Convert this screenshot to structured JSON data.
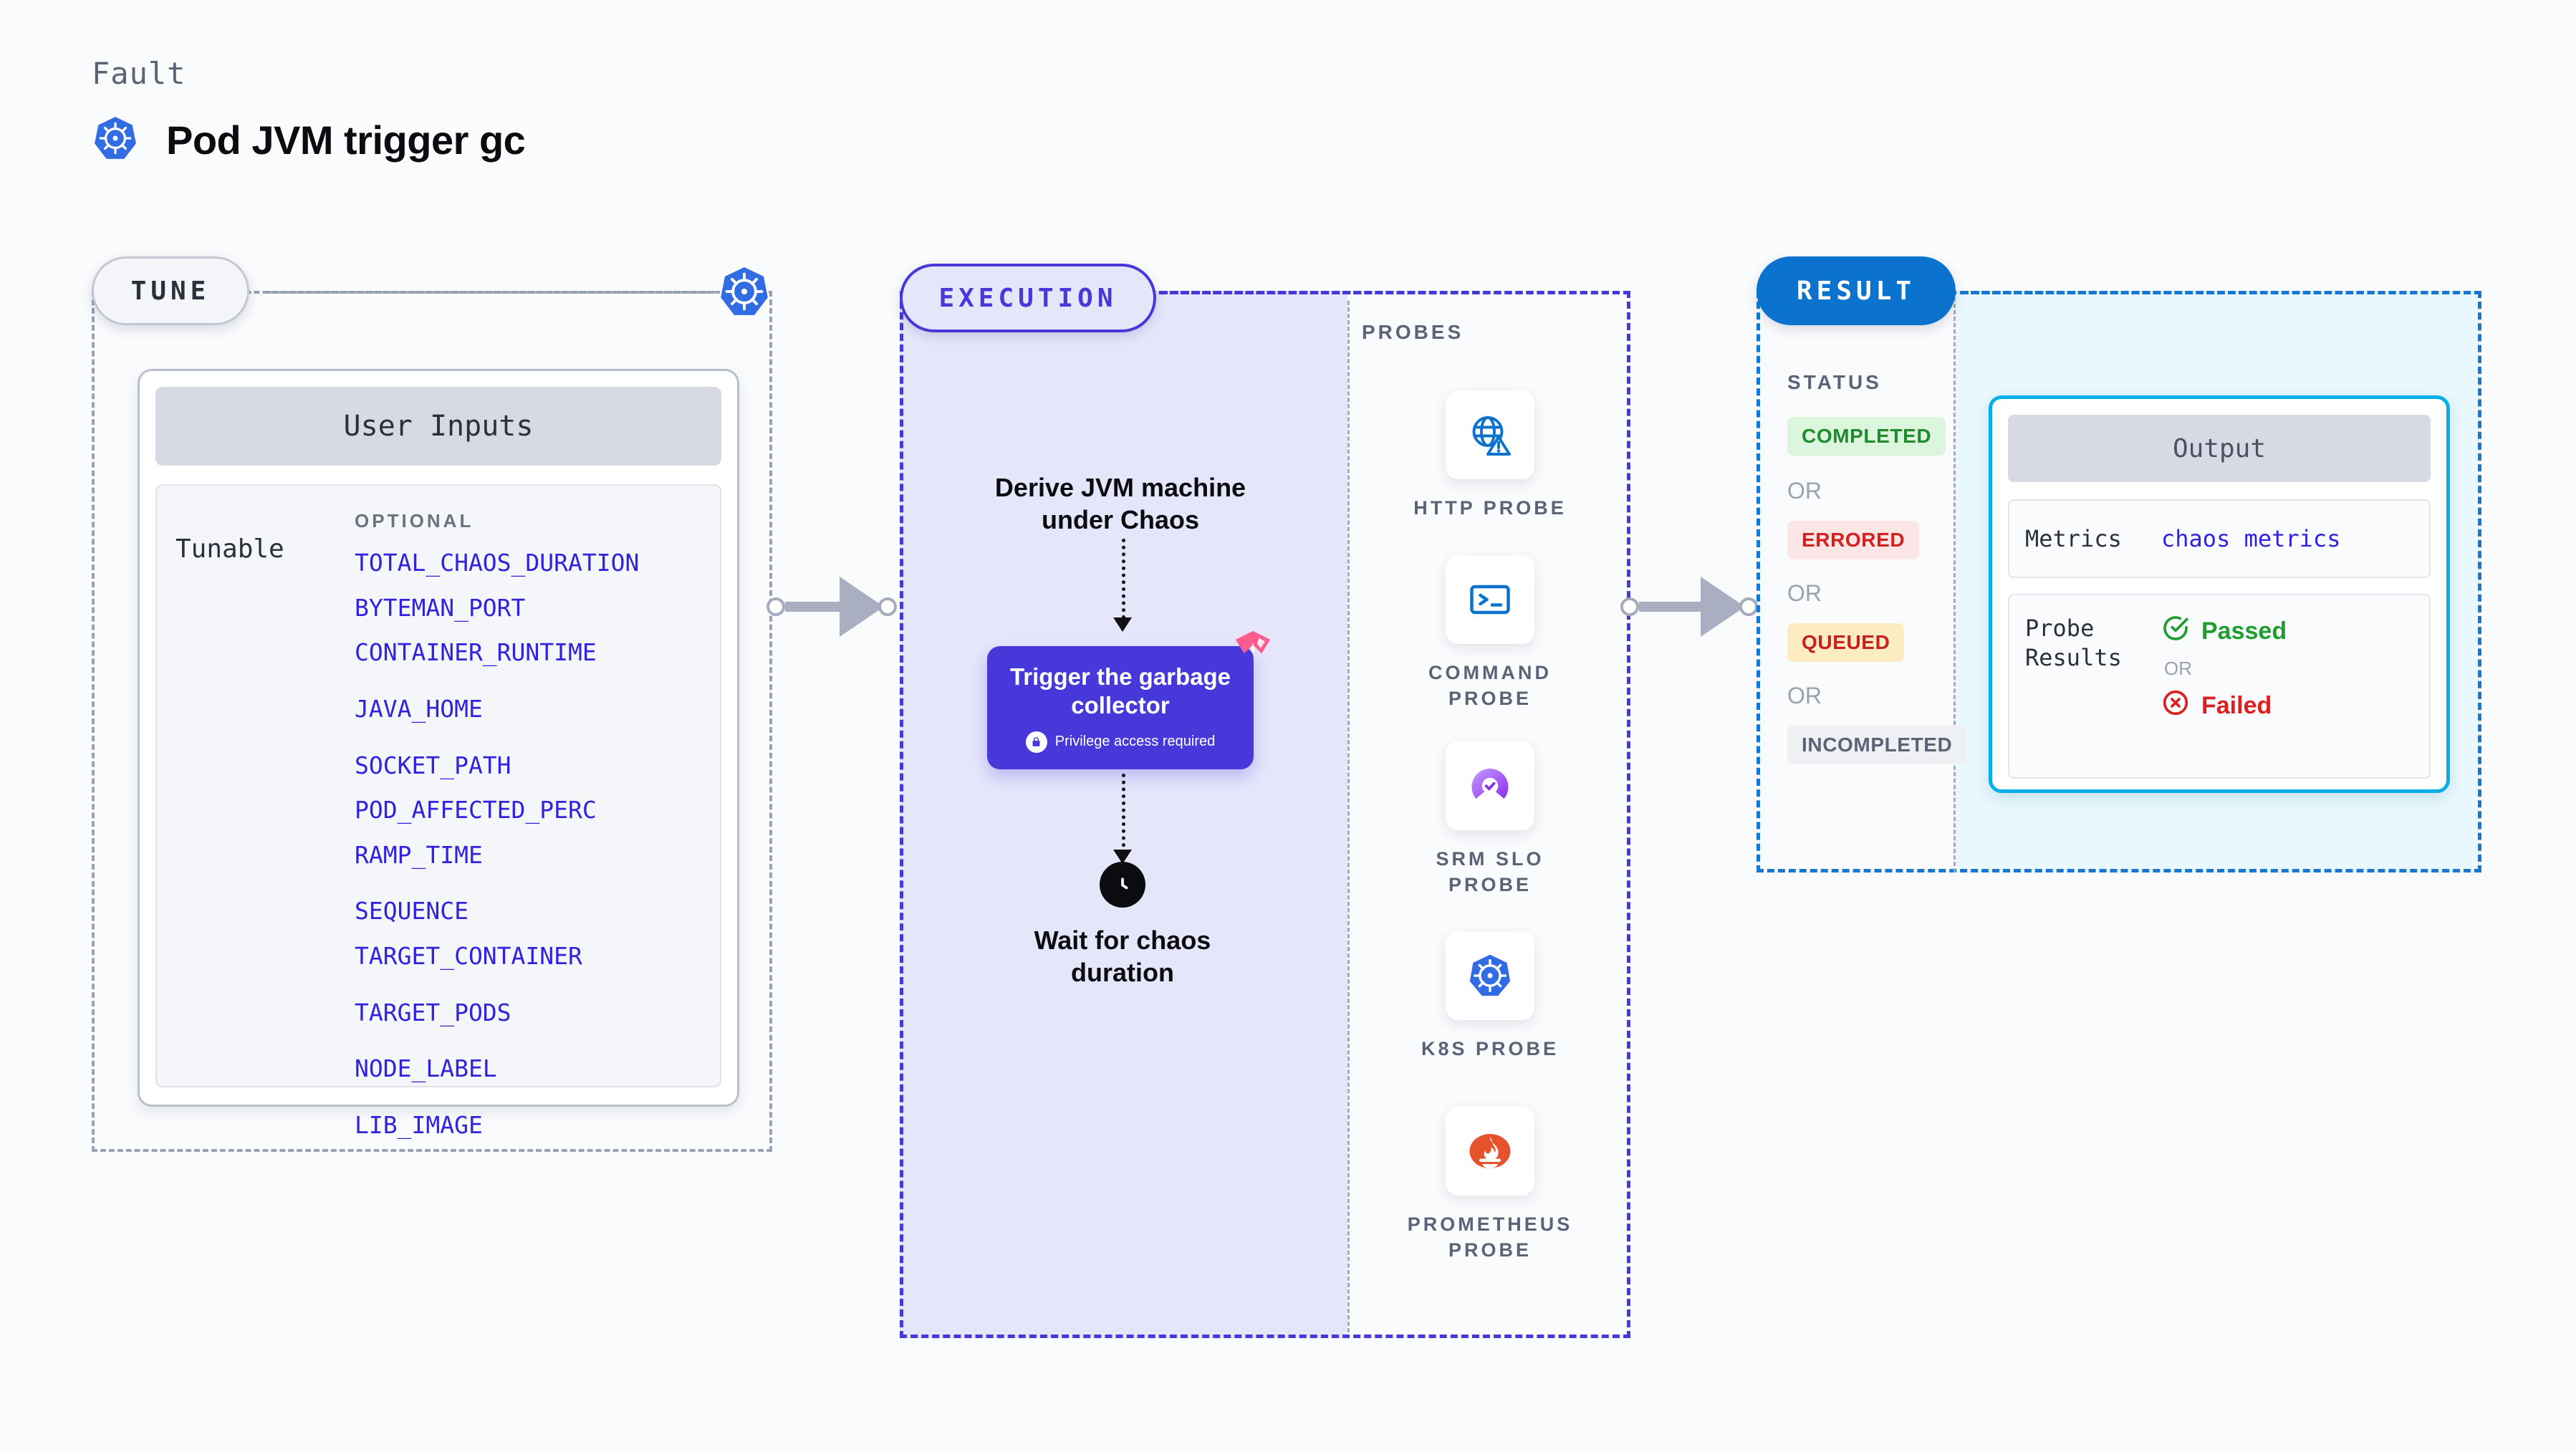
{
  "header": {
    "kicker": "Fault",
    "title": "Pod JVM trigger gc",
    "icon": "kubernetes-icon"
  },
  "tune": {
    "pill_label": "TUNE",
    "boundary_icon": "kubernetes-icon",
    "card": {
      "header": "User Inputs",
      "group_label": "Tunable",
      "optional_label": "OPTIONAL",
      "params": [
        "TOTAL_CHAOS_DURATION",
        "BYTEMAN_PORT",
        "CONTAINER_RUNTIME",
        "JAVA_HOME",
        "SOCKET_PATH",
        "POD_AFFECTED_PERC",
        "RAMP_TIME",
        "SEQUENCE",
        "TARGET_CONTAINER",
        "TARGET_PODS",
        "NODE_LABEL",
        "LIB_IMAGE"
      ]
    }
  },
  "execution": {
    "pill_label": "EXECUTION",
    "step_one": "Derive JVM machine under Chaos",
    "trigger": {
      "title": "Trigger the garbage collector",
      "privilege_note": "Privilege access required",
      "lock_icon": "lock-icon",
      "corner_icon": "litmus-chaos-icon"
    },
    "wait_step": {
      "label": "Wait for chaos duration",
      "icon": "clock-icon"
    }
  },
  "probes": {
    "section_label": "PROBES",
    "items": [
      {
        "name": "HTTP PROBE",
        "icon": "globe-warning-icon"
      },
      {
        "name": "COMMAND PROBE",
        "icon": "terminal-icon"
      },
      {
        "name": "SRM SLO PROBE",
        "icon": "srm-slo-icon"
      },
      {
        "name": "K8S PROBE",
        "icon": "kubernetes-icon"
      },
      {
        "name": "PROMETHEUS PROBE",
        "icon": "prometheus-icon"
      }
    ]
  },
  "result": {
    "pill_label": "RESULT",
    "status_label": "STATUS",
    "or_label": "OR",
    "statuses": [
      {
        "label": "COMPLETED",
        "bg": "#dcf5dd",
        "fg": "#1f8a2e"
      },
      {
        "label": "ERRORED",
        "bg": "#fbe6e6",
        "fg": "#d42020"
      },
      {
        "label": "QUEUED",
        "bg": "#fdecc2",
        "fg": "#c62020"
      },
      {
        "label": "INCOMPLETED",
        "bg": "#eef0f4",
        "fg": "#5b6377"
      }
    ],
    "output": {
      "header": "Output",
      "metrics_key": "Metrics",
      "metrics_value": "chaos metrics",
      "probe_results_key": "Probe Results",
      "passed_label": "Passed",
      "failed_label": "Failed",
      "or_label": "OR",
      "passed_icon": "check-circle-icon",
      "failed_icon": "x-circle-icon"
    }
  },
  "connectors": [
    {
      "name": "tune-to-execution"
    },
    {
      "name": "probes-to-result"
    }
  ],
  "colors": {
    "accent_indigo": "#4638d9",
    "accent_blue": "#0b73ce",
    "accent_cyan": "#08aee6",
    "k8s_blue": "#326ce5",
    "param_link": "#3322dd",
    "muted": "#5b6377",
    "pink": "#fb5c8d"
  }
}
